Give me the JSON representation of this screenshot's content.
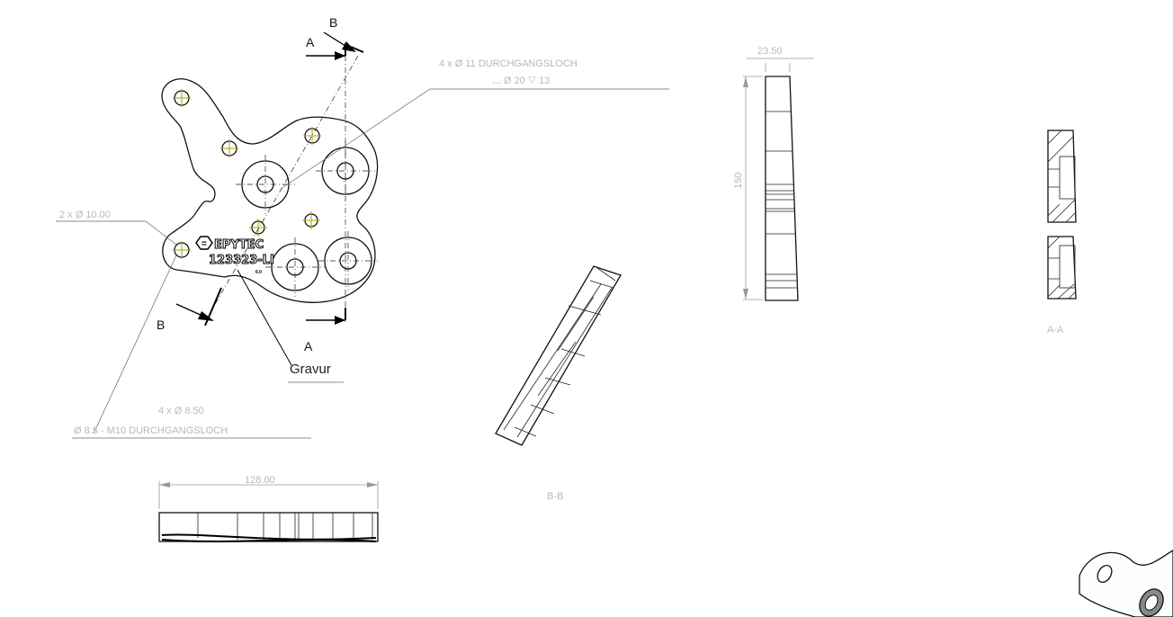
{
  "drawing": {
    "section_cut_labels": {
      "a_top": "A",
      "a_bottom": "A",
      "b_top": "B",
      "b_bottom": "B"
    },
    "callouts": {
      "large_holes_line1": "4 x Ø 11 DURCHGANGSLOCH",
      "large_holes_line2": "⌴ Ø 20 ▽ 13",
      "two_holes": "2 x Ø 10.00",
      "small_holes_line1": "4 x Ø 8.50",
      "small_holes_line2": "Ø 8.5 - M10 DURCHGANGSLOCH",
      "engraving": "Gravur"
    },
    "engraving_text": {
      "brand": "EPYTEC",
      "part_number": "123323-LI",
      "rev": "6.0"
    },
    "dimensions": {
      "thickness": "23.50",
      "height": "150",
      "width": "128.00"
    },
    "section_titles": {
      "b_b": "B-B",
      "a_a": "A-A"
    },
    "colors": {
      "centermark": "#a6a600",
      "line": "#111111",
      "dimension": "#999999"
    }
  }
}
